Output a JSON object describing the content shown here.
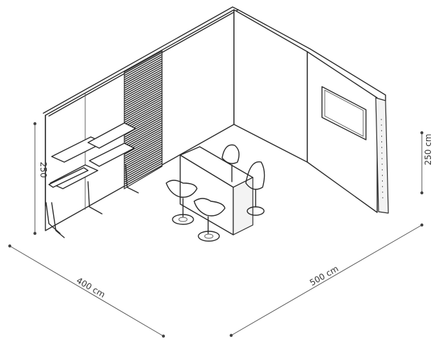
{
  "dimensions": {
    "width_label": "400 cm",
    "depth_label": "500 cm",
    "height_left_label": "250",
    "height_right_label": "250 cm"
  }
}
